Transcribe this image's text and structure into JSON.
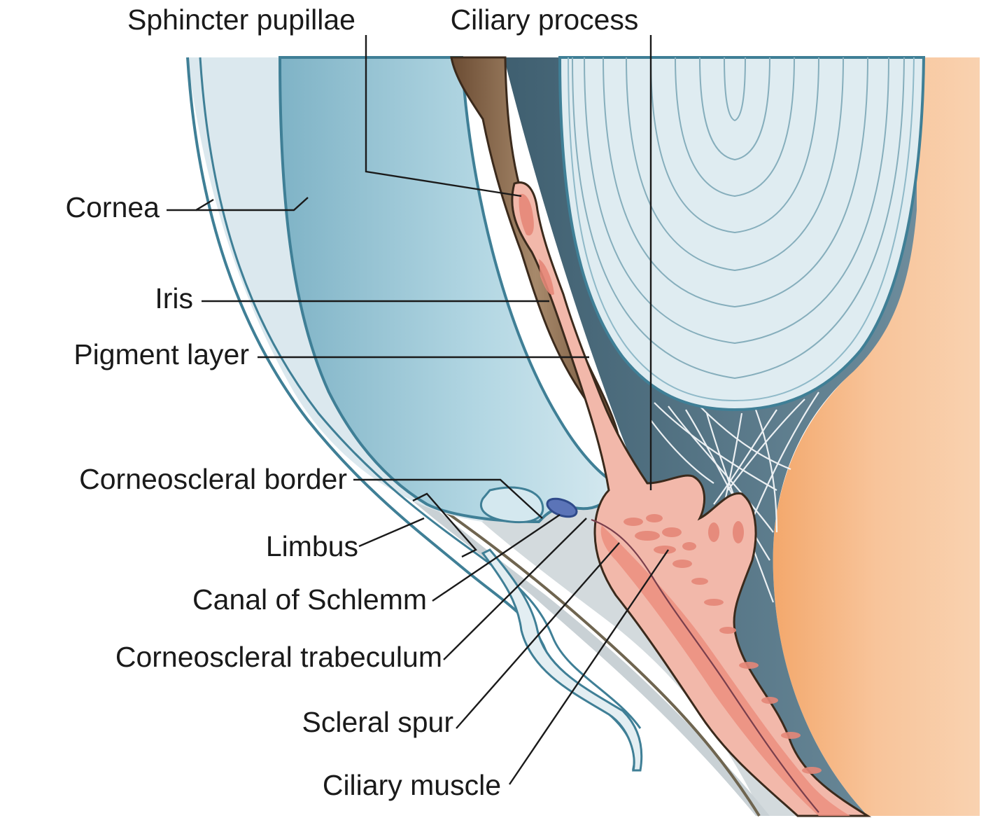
{
  "labels": {
    "sphincter_pupillae": "Sphincter pupillae",
    "ciliary_process": "Ciliary process",
    "cornea": "Cornea",
    "iris": "Iris",
    "pigment_layer": "Pigment layer",
    "corneoscleral_border": "Corneoscleral border",
    "limbus": "Limbus",
    "canal_of_schlemm": "Canal of Schlemm",
    "corneoscleral_trabeculum": "Corneoscleral trabeculum",
    "scleral_spur": "Scleral spur",
    "ciliary_muscle": "Ciliary muscle"
  },
  "colors": {
    "cornea_fill": "#dce9ef",
    "outline_blue": "#3f7f96",
    "anterior_chamber": "#9cc8d6",
    "posterior_dark": "#4f6f80",
    "pigment_brown": "#7a5a3e",
    "iris_pink": "#f2b3a6",
    "iris_red": "#e27b6c",
    "lens_fill": "#dfecf1",
    "vitreous_orange": "#f6b985",
    "sclera_gray": "#cfd6da",
    "schlemm_blue": "#5b74b8"
  }
}
